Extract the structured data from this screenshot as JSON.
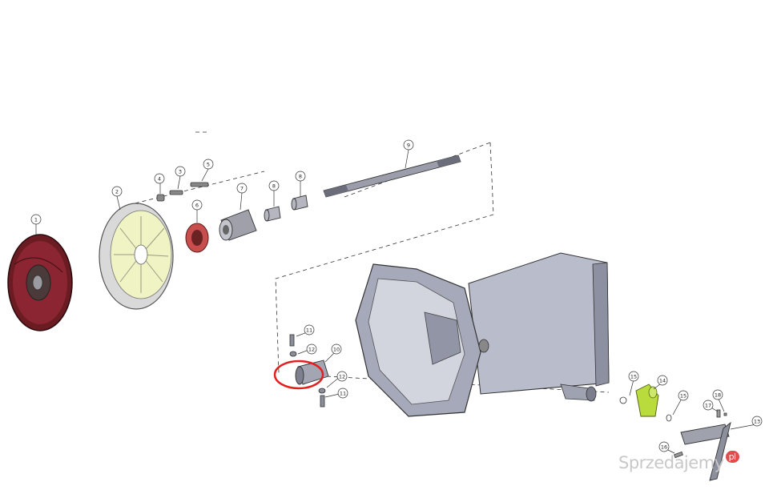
{
  "callouts": [
    "1",
    "2",
    "3",
    "4",
    "5",
    "6",
    "7",
    "8",
    "8",
    "9",
    "10",
    "11",
    "12",
    "12",
    "11",
    "13",
    "14",
    "15",
    "15",
    "16",
    "17",
    "18"
  ],
  "watermark": {
    "text": "Sprzedajemy",
    "badge": "pl"
  },
  "colors": {
    "highlight_circle": "#e32020",
    "lever_green": "#b9dc3c",
    "disc_red": "#7a1a22",
    "housing_gray": "#b8bccb"
  }
}
